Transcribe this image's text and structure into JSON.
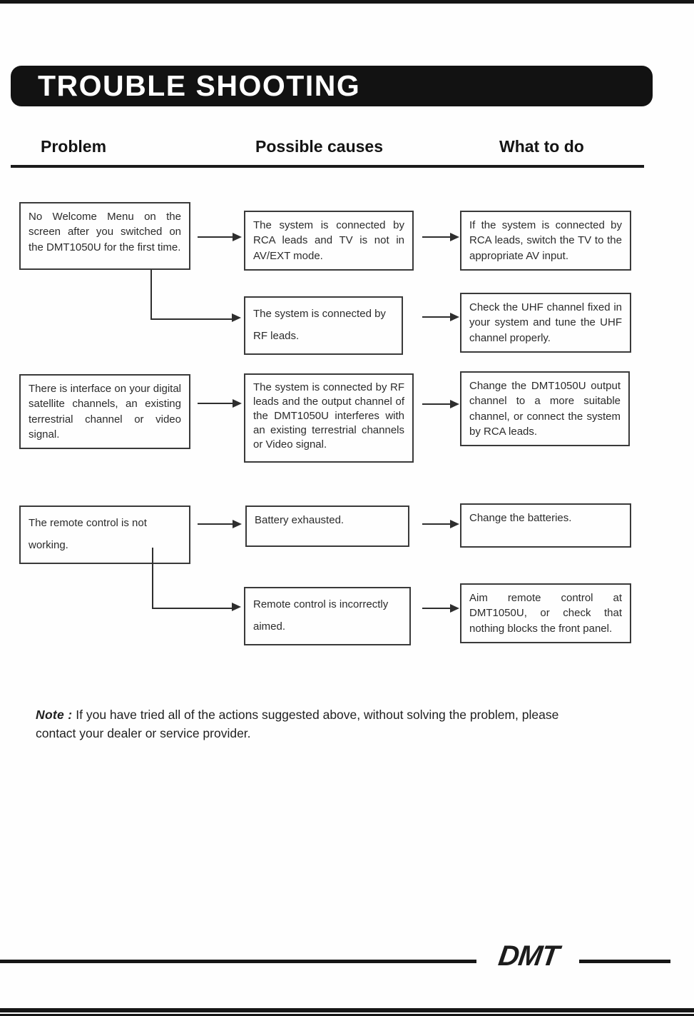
{
  "colors": {
    "ink": "#1c1c1c",
    "paper": "#fefefe",
    "bar": "#121212"
  },
  "header": {
    "title": "TROUBLE SHOOTING"
  },
  "columns": {
    "problem": "Problem",
    "causes": "Possible causes",
    "action": "What to do"
  },
  "flow": {
    "rows": [
      {
        "problem": "No Welcome Menu on the screen after you switched on the DMT1050U for the first time.",
        "cause": "The system is connected by RCA leads and TV is not in AV/EXT mode.",
        "action": "If the system is connected by RCA leads, switch the TV to the appropriate AV input."
      },
      {
        "cause": "The system is connected by RF leads.",
        "action": "Check the UHF channel fixed in your system and tune the UHF channel properly."
      },
      {
        "problem": "There is interface on your digital satellite channels, an existing terrestrial channel or video signal.",
        "cause": "The system is connected by RF leads and the output channel of the DMT1050U interferes with an existing terrestrial channels or Video signal.",
        "action": "Change the DMT1050U output channel to a more suitable channel, or connect the system by RCA leads."
      },
      {
        "problem": "The remote control is not working.",
        "cause": "Battery exhausted.",
        "action": "Change the batteries."
      },
      {
        "cause": "Remote control is incorrectly aimed.",
        "action": "Aim remote control at DMT1050U, or check that nothing blocks the front panel."
      }
    ]
  },
  "note": {
    "label": "Note :",
    "text": "If you have tried all of the actions suggested above, without solving the problem, please contact your dealer or service provider."
  },
  "footer": {
    "logo": "DMT"
  }
}
